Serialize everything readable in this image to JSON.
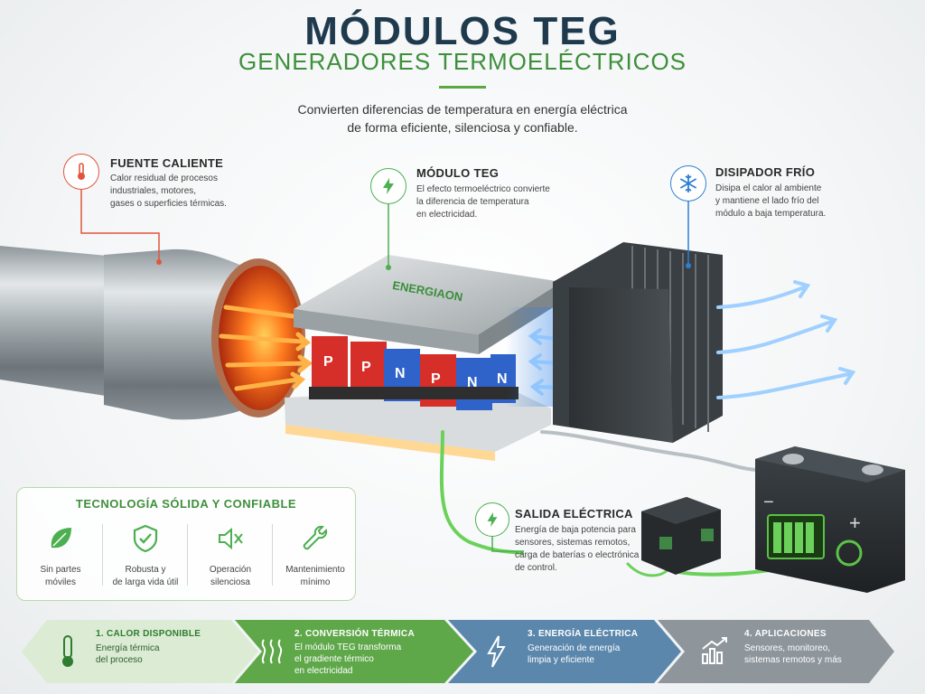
{
  "header": {
    "title": "MÓDULOS TEG",
    "subtitle": "GENERADORES TERMOELÉCTRICOS",
    "intro_line1": "Convierten diferencias de temperatura en energía eléctrica",
    "intro_line2": "de forma eficiente, silenciosa y confiable."
  },
  "callouts": {
    "hot_source": {
      "title": "FUENTE CALIENTE",
      "lines": [
        "Calor residual de procesos",
        "industriales, motores,",
        "gases o superficies térmicas."
      ],
      "icon": "thermometer-icon",
      "color": "#e0563c"
    },
    "teg_module": {
      "title": "MÓDULO TEG",
      "lines": [
        "El efecto termoeléctrico convierte",
        "la diferencia de temperatura",
        "en electricidad."
      ],
      "icon": "lightning-icon",
      "color": "#4caf50"
    },
    "cold_sink": {
      "title": "DISIPADOR FRÍO",
      "lines": [
        "Disipa el calor al ambiente",
        "y mantiene el lado frío del",
        "módulo a baja temperatura."
      ],
      "icon": "snowflake-icon",
      "color": "#2f7fd0"
    },
    "electric_output": {
      "title": "SALIDA ELÉCTRICA",
      "lines": [
        "Energía de baja potencia para",
        "sensores, sistemas remotos,",
        "carga de baterías o electrónica",
        "de control."
      ],
      "icon": "lightning-icon",
      "color": "#4caf50"
    }
  },
  "module": {
    "brand": "ENERGIAON",
    "legs": [
      "P",
      "P",
      "N",
      "P",
      "N",
      "N"
    ]
  },
  "features": {
    "title": "TECNOLOGÍA SÓLIDA Y CONFIABLE",
    "items": [
      {
        "icon": "leaf-icon",
        "line1": "Sin partes",
        "line2": "móviles"
      },
      {
        "icon": "shield-check-icon",
        "line1": "Robusta y",
        "line2": "de larga vida útil"
      },
      {
        "icon": "speaker-mute-icon",
        "line1": "Operación",
        "line2": "silenciosa"
      },
      {
        "icon": "wrench-icon",
        "line1": "Mantenimiento",
        "line2": "mínimo"
      }
    ]
  },
  "steps": [
    {
      "title": "1. CALOR DISPONIBLE",
      "line1": "Energía térmica",
      "line2": "del proceso",
      "line3": "",
      "icon": "thermometer-icon",
      "color": "#dcebd3"
    },
    {
      "title": "2. CONVERSIÓN TÉRMICA",
      "line1": "El módulo TEG transforma",
      "line2": "el gradiente térmico",
      "line3": "en electricidad",
      "icon": "heat-waves-icon",
      "color": "#5fa84a"
    },
    {
      "title": "3. ENERGÍA ELÉCTRICA",
      "line1": "Generación de energía",
      "line2": "limpia y eficiente",
      "line3": "",
      "icon": "lightning-icon",
      "color": "#5b87ac"
    },
    {
      "title": "4. APLICACIONES",
      "line1": "Sensores, monitoreo,",
      "line2": "sistemas remotos y más",
      "line3": "",
      "icon": "bar-chart-icon",
      "color": "#8e969c"
    }
  ],
  "battery": {
    "minus": "−",
    "plus": "+"
  }
}
